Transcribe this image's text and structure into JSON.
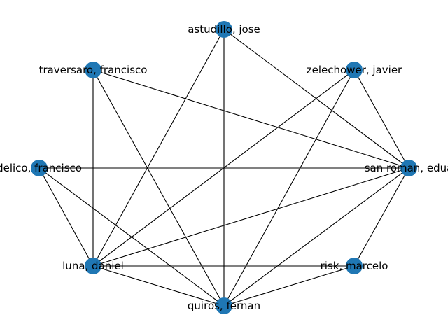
{
  "graph": {
    "node_color": "#1f77b4",
    "edge_color": "#000000",
    "nodes": [
      {
        "id": "astudillo",
        "label": "astudillo, jose"
      },
      {
        "id": "zelechower",
        "label": "zelechower, javier"
      },
      {
        "id": "sanroman",
        "label": "san roman, edua"
      },
      {
        "id": "risk",
        "label": "risk, marcelo"
      },
      {
        "id": "quiros",
        "label": "quiros, fernan"
      },
      {
        "id": "luna",
        "label": "luna, daniel"
      },
      {
        "id": "delico",
        "label": "delico, francisco"
      },
      {
        "id": "traversaro",
        "label": "traversaro, francisco"
      }
    ],
    "edges": [
      [
        "astudillo",
        "sanroman"
      ],
      [
        "astudillo",
        "quiros"
      ],
      [
        "astudillo",
        "luna"
      ],
      [
        "traversaro",
        "sanroman"
      ],
      [
        "traversaro",
        "quiros"
      ],
      [
        "traversaro",
        "luna"
      ],
      [
        "zelechower",
        "sanroman"
      ],
      [
        "zelechower",
        "quiros"
      ],
      [
        "zelechower",
        "luna"
      ],
      [
        "delico",
        "sanroman"
      ],
      [
        "delico",
        "luna"
      ],
      [
        "delico",
        "quiros"
      ],
      [
        "sanroman",
        "risk"
      ],
      [
        "sanroman",
        "quiros"
      ],
      [
        "sanroman",
        "luna"
      ],
      [
        "luna",
        "risk"
      ],
      [
        "luna",
        "quiros"
      ],
      [
        "quiros",
        "risk"
      ]
    ]
  }
}
